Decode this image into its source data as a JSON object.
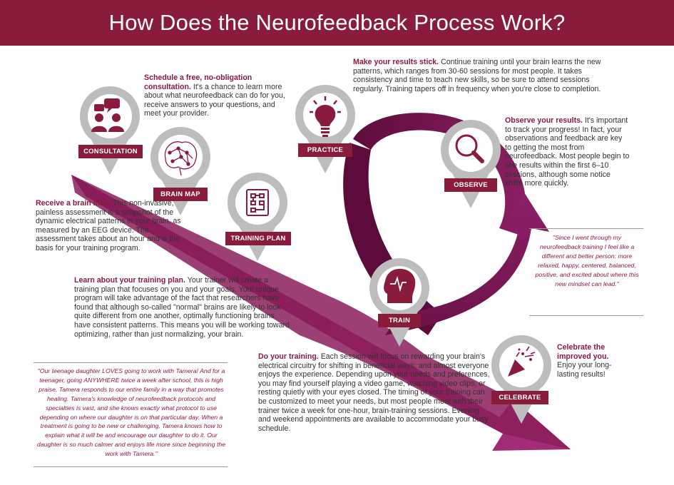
{
  "title": "How Does the Neurofeedback Process Work?",
  "colors": {
    "brand": "#8a1c3b",
    "arrow_dark": "#6e1048",
    "arrow_light": "#9c2a78",
    "pin_gray": "#bdbdbd"
  },
  "steps": [
    {
      "label": "CONSULTATION",
      "icon": "consultation-icon",
      "heading": "Schedule a free, no-obligation consultation.",
      "body": "It's a chance to learn more about what neurofeedback can do for you, receive answers to your questions, and meet your provider."
    },
    {
      "label": "BRAIN MAP",
      "icon": "brain-network-icon",
      "heading": "Receive a brain map.",
      "body": "This non-invasive, painless assessment is a snapshot of the dynamic electrical patterns in your brain, as measured by an EEG device. The assessment takes about an hour and is the basis for your training program."
    },
    {
      "label": "TRAINING PLAN",
      "icon": "clipboard-flowchart-icon",
      "heading": "Learn about your training plan.",
      "body": "Your trainer will create a training plan that focuses on you and your goals. Your unique program will take advantage of the fact that researchers have found that although so-called \"normal\" brains are likely to look quite different from one another, optimally functioning brains have consistent patterns. This means you will be working toward optimizing, rather than just normalizing, your brain."
    },
    {
      "label": "TRAIN",
      "icon": "head-brainwave-icon",
      "heading": "Do your training.",
      "body": "Each session will focus on rewarding your brain's electrical circuitry for shifting in beneficial ways, and almost everyone enjoys the experience. Depending upon your needs and preferences, you may find yourself playing a video game, watching video clips, or resting quietly with your eyes closed. The timing of your training can be customized to meet your needs, but most people meet with their trainer twice a week for one-hour, brain-training sessions.  Evening and weekend appointments are available to accommodate your busy schedule."
    },
    {
      "label": "OBSERVE",
      "icon": "magnifier-icon",
      "heading": "Observe your results.",
      "body": "It's important to track your progress!  In fact, your observations and feedback are key to getting the most from neurofeedback.  Most people begin to see results within the first 6–10 sessions, although some notice shifts more quickly."
    },
    {
      "label": "PRACTICE",
      "icon": "lightbulb-icon",
      "heading": "Make your results stick.",
      "body": "Continue training until your brain learns the new patterns, which ranges from 30-60 sessions for most people. It takes consistency and time to teach new skills, so be sure to attend sessions regularly.  Training tapers off in frequency when you're close to completion."
    },
    {
      "label": "CELEBRATE",
      "icon": "party-popper-icon",
      "heading": "Celebrate the improved you.",
      "body": "Enjoy your long-lasting results!"
    }
  ],
  "quotes": {
    "right": "\"Since I went through my neurofeedback training I feel like a different and better person: more relaxed, happy, centered, balanced, positive, and excited about where this new mindset can lead.\"",
    "left": "\"Our teenage daughter LOVES going to work with Tamera! And for a teenager, going ANYWHERE twice a week after school, this is high praise. Tamera responds to our entire family in a way that promotes healing. Tamera's knowledge of neurofeedback protocols and specialties is vast, and she knows exactly what protocol to use depending on where our daughter is on that particular day. When a treatment is going to be new or challenging, Tamera knows how to explain what it will be and encourage our daughter to do it. Our daughter is so much calmer and enjoys life more since beginning the work with Tamera.\""
  }
}
